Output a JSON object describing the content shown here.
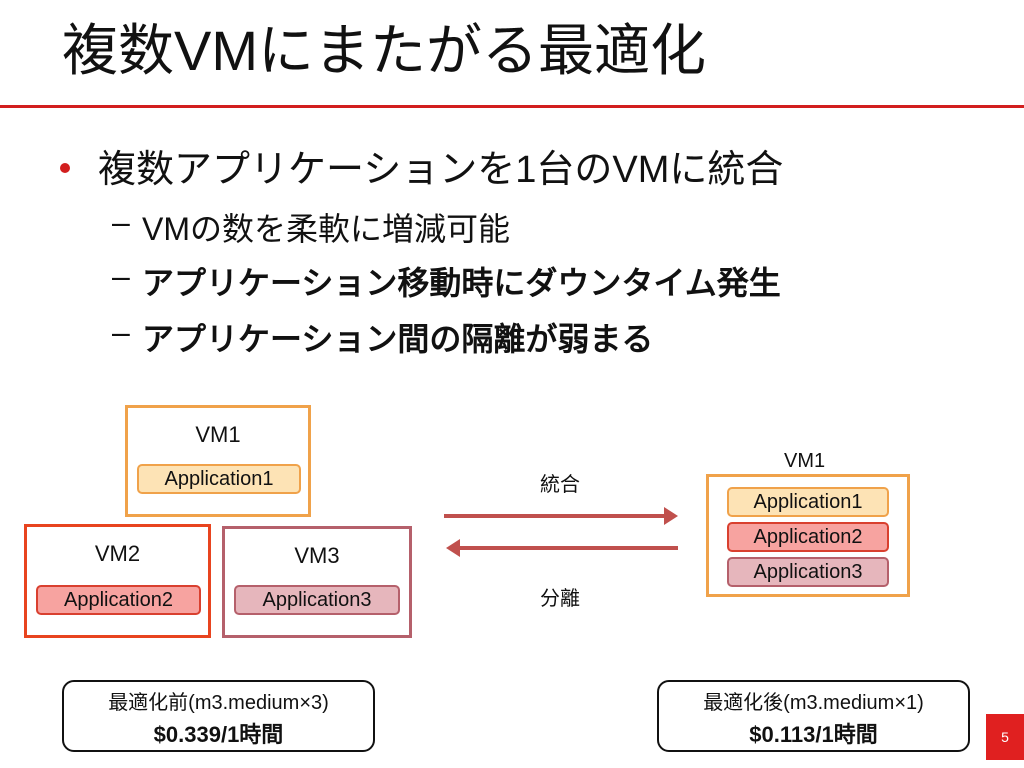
{
  "title": "複数VMにまたがる最適化",
  "bullet": {
    "text": "複数アプリケーションを1台のVMに統合",
    "subitems": [
      {
        "dash": "–",
        "text": "VMの数を柔軟に増減可能"
      },
      {
        "dash": "–",
        "text": "アプリケーション移動時にダウンタイム発生"
      },
      {
        "dash": "–",
        "text": "アプリケーション間の隔離が弱まる"
      }
    ]
  },
  "diagram": {
    "before": {
      "vm1": {
        "label": "VM1",
        "app": "Application1"
      },
      "vm2": {
        "label": "VM2",
        "app": "Application2"
      },
      "vm3": {
        "label": "VM3",
        "app": "Application3"
      }
    },
    "arrows": {
      "forward_label": "統合",
      "backward_label": "分離"
    },
    "after": {
      "vm_label": "VM1",
      "apps": [
        "Application1",
        "Application2",
        "Application3"
      ]
    }
  },
  "costs": {
    "before": {
      "label": "最適化前(m3.medium×3)",
      "price": "$0.339/1時間"
    },
    "after": {
      "label": "最適化後(m3.medium×1)",
      "price": "$0.113/1時間"
    }
  },
  "page_number": "5",
  "colors": {
    "accent_red": "#d21e1e",
    "vm1_border": "#f0a24a",
    "vm2_border": "#e8441f",
    "vm3_border": "#b5606b",
    "arrow": "#c0504d"
  }
}
